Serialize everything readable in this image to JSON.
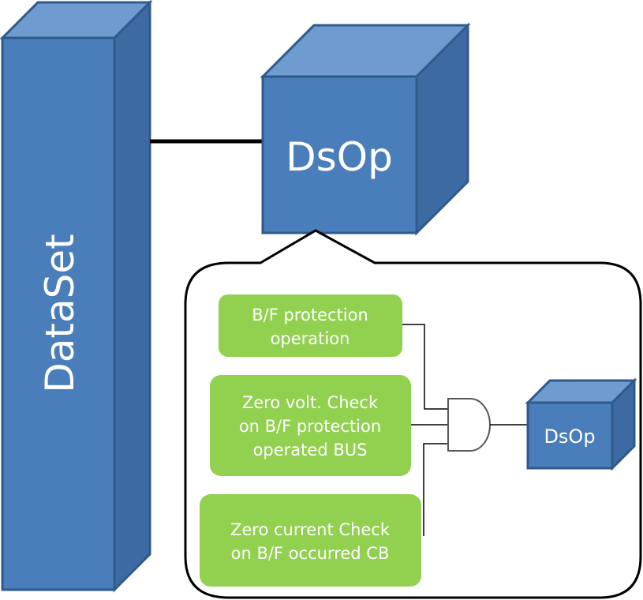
{
  "dataset": {
    "label": "DataSet"
  },
  "dsop_main": {
    "label": "DsOp"
  },
  "dsop_small": {
    "label": "DsOp"
  },
  "conditions": [
    {
      "line1": "B/F protection",
      "line2": "operation",
      "line3": ""
    },
    {
      "line1": "Zero volt. Check",
      "line2": "on B/F protection",
      "line3": "operated BUS"
    },
    {
      "line1": "Zero current Check",
      "line2": "on B/F occurred CB",
      "line3": ""
    }
  ],
  "colors": {
    "cube_front": "#4a7ebb",
    "cube_top": "#6f9bd1",
    "cube_side": "#3e6aa3",
    "condition_fill": "#92d050"
  }
}
